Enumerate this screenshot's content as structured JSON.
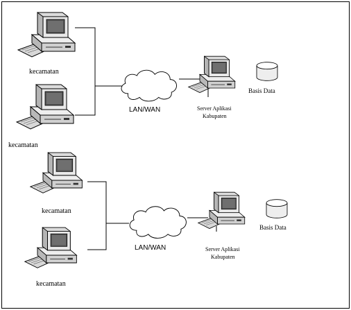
{
  "diagram": {
    "top": {
      "client_1_label": "kecamatan",
      "client_2_label": "kecamatan",
      "network_label": "LAN/WAN",
      "server_label_line1": "Server Aplikasi",
      "server_label_line2": "Kabupaten",
      "database_label": "Basis Data"
    },
    "bottom": {
      "client_1_label": "kecamatan",
      "client_2_label": "kecamatan",
      "network_label": "LAN/WAN",
      "server_label_line1": "Server Aplikasi",
      "server_label_line2": "Kabupaten",
      "database_label": "Basis Data"
    }
  }
}
